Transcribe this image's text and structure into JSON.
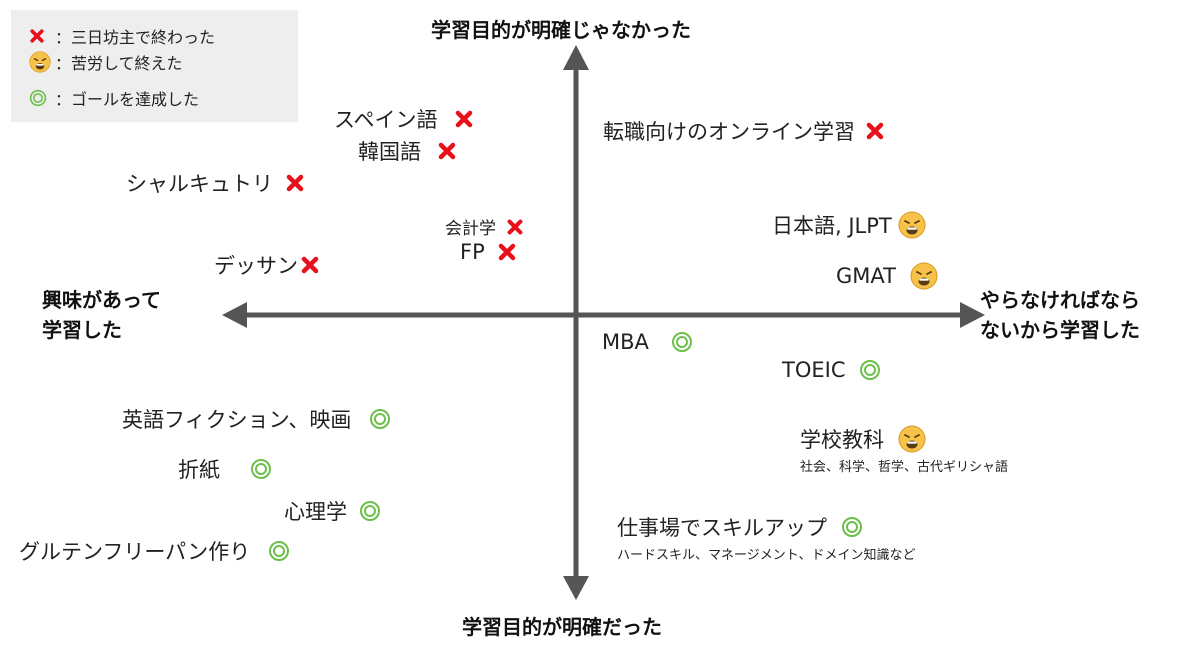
{
  "colors": {
    "x_mark": "#e8101a",
    "circle_mark": "#6cc04a",
    "face_fill": "#f7c24a",
    "axis": "#555555",
    "legend_bg": "#eeeeee"
  },
  "legend": [
    {
      "icon": "cross-mark-icon",
      "text": "：三日坊主で終わった"
    },
    {
      "icon": "weary-face-icon",
      "text": "：苦労して終えた"
    },
    {
      "icon": "double-circle-icon",
      "text": "：ゴールを達成した"
    }
  ],
  "axes": {
    "top": "学習目的が明確じゃなかった",
    "bottom": "学習目的が明確だった",
    "left": "興味があって\n学習した",
    "right": "やらなければなら\nないから学習した"
  },
  "items": [
    {
      "label": "スペイン語",
      "status": "x"
    },
    {
      "label": "韓国語",
      "status": "x"
    },
    {
      "label": "シャルキュトリ",
      "status": "x"
    },
    {
      "label": "会計学",
      "status": "x"
    },
    {
      "label": "FP",
      "status": "x"
    },
    {
      "label": "デッサン",
      "status": "x"
    },
    {
      "label": "転職向けのオンライン学習",
      "status": "x"
    },
    {
      "label": "日本語, JLPT",
      "status": "weary"
    },
    {
      "label": "GMAT",
      "status": "weary"
    },
    {
      "label": "MBA",
      "status": "circle"
    },
    {
      "label": "TOEIC",
      "status": "circle"
    },
    {
      "label": "学校教科",
      "status": "weary",
      "sub": "社会、科学、哲学、古代ギリシャ語"
    },
    {
      "label": "仕事場でスキルアップ",
      "status": "circle",
      "sub": "ハードスキル、マネージメント、ドメイン知識など"
    },
    {
      "label": "英語フィクション、映画",
      "status": "circle"
    },
    {
      "label": "折紙",
      "status": "circle"
    },
    {
      "label": "心理学",
      "status": "circle"
    },
    {
      "label": "グルテンフリーパン作り",
      "status": "circle"
    }
  ]
}
